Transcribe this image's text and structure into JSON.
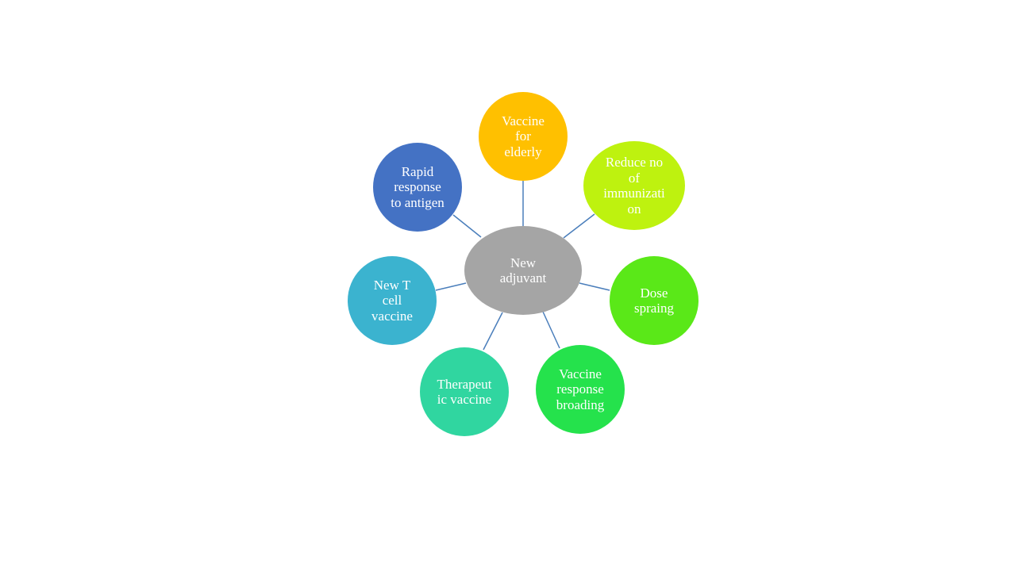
{
  "diagram": {
    "center": {
      "label": "New\nadjuvant",
      "color": "#a5a5a5"
    },
    "satellites": [
      {
        "id": "top",
        "label": "Vaccine\nfor\nelderly",
        "color": "#ffc000"
      },
      {
        "id": "upper-right",
        "label": "Reduce no\nof\nimmunizati\non",
        "color": "#bef20f"
      },
      {
        "id": "right",
        "label": "Dose\nspraing",
        "color": "#5ae818"
      },
      {
        "id": "lower-right",
        "label": "Vaccine\nresponse\nbroading",
        "color": "#25e24c"
      },
      {
        "id": "lower-left",
        "label": "Therapeut\nic vaccine",
        "color": "#30d6a0"
      },
      {
        "id": "left",
        "label": "New T\ncell\nvaccine",
        "color": "#3bb3cf"
      },
      {
        "id": "upper-left",
        "label": "Rapid\nresponse\nto antigen",
        "color": "#4472c4"
      }
    ],
    "connector_color": "#4a7ebb"
  }
}
